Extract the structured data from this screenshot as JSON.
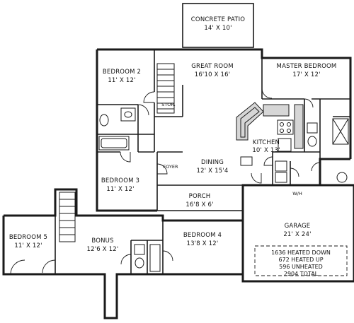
{
  "rooms": {
    "patio": {
      "name": "CONCRETE PATIO",
      "dim": "14' X 10'"
    },
    "great_room": {
      "name": "GREAT ROOM",
      "dim": "16'10 X 16'"
    },
    "master_bedroom": {
      "name": "MASTER BEDROOM",
      "dim": "17' X 12'"
    },
    "bedroom2": {
      "name": "BEDROOM 2",
      "dim": "11' X 12'"
    },
    "bedroom3": {
      "name": "BEDROOM 3",
      "dim": "11' X 12'"
    },
    "kitchen": {
      "name": "KITCHEN",
      "dim": "10' X 13'"
    },
    "dining": {
      "name": "DINING",
      "dim": "12' X 15'4"
    },
    "porch": {
      "name": "PORCH",
      "dim": "16'8 X 6'"
    },
    "garage": {
      "name": "GARAGE",
      "dim": "21' X 24'"
    },
    "bedroom5": {
      "name": "BEDROOM 5",
      "dim": "11' X 12'"
    },
    "bonus": {
      "name": "BONUS",
      "dim": "12'6 X 12'"
    },
    "bedroom4": {
      "name": "BEDROOM 4",
      "dim": "13'8 X 12'"
    }
  },
  "small_labels": {
    "stor": "STOR.",
    "foyer": "FOYER",
    "wh": "W/H"
  },
  "totals": [
    "1636 HEATED DOWN",
    "672 HEATED UP",
    "596 UNHEATED",
    "2904 TOTAL"
  ]
}
